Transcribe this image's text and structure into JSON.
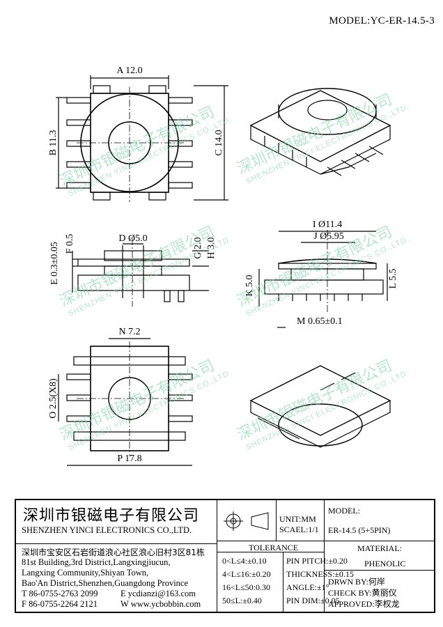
{
  "model_top": "MODEL:YC-ER-14.5-3",
  "dims": {
    "a": "A 12.0",
    "b": "B 11.3",
    "c": "C 14.0",
    "d": "D Ø5.0",
    "e": "E 0.3±0.05",
    "f": "F 0.5",
    "g": "G 2.0",
    "h": "H 3.0",
    "i": "I Ø11.4",
    "j": "J Ø5.95",
    "k": "K 5.0",
    "l": "L 5.5",
    "m": "M 0.65±0.1",
    "n": "N 7.2",
    "o": "O 2.5(X8)",
    "p": "P 17.8"
  },
  "watermark": {
    "cn": "深圳市银磁电子有限公司",
    "en": "SHENZHEN YINCI ELECTRONICS CO.,LTD."
  },
  "title_block": {
    "company_cn": "深圳市银磁电子有限公司",
    "company_en": "SHENZHEN YINCI ELECTRONICS CO.,LTD.",
    "address_lines": [
      "深圳市宝安区石岩街道浪心社区浪心旧村3区81栋",
      "81st Building,3rd District,Langxingjiucun,",
      "Langxing Community,Shiyan Town,",
      "Bao'An District,Shenzhen,Guangdong Province"
    ],
    "tel": "T 86-0755-2763 2099",
    "email": "E ycdianzi@163.com",
    "fax": "F 86-0755-2264 2121",
    "web": "W www.ycbobbin.com",
    "unit": "UNIT:MM",
    "scale": "SCAEL:1/1",
    "tolerance_label": "TOLERANCE",
    "tolerances": [
      "0<L≤4:±0.10",
      "4<L≤16:±0.20",
      "16<L≤50:0.30",
      "50≤L:±0.40"
    ],
    "pin_specs": [
      "PIN PITCH:±0.20",
      "THICKNESS:±0.15",
      "ANGLE:±1°",
      "PIN DIM:±0.05"
    ],
    "model_label": "MODEL:",
    "model_value": "ER-14.5 (5+5PIN)",
    "material_label": "MATERIAL:",
    "material_value": "PHENOLIC",
    "drawn_by": "DRWN BY:何岸",
    "check_by": "CHECK BY:黄丽仪",
    "approved": "APPROVED:李权龙"
  }
}
